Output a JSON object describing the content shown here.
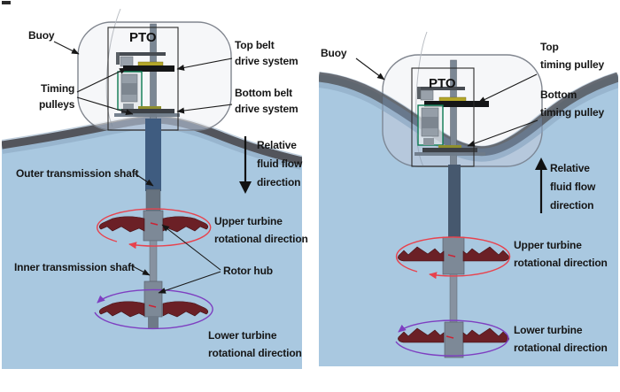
{
  "figure_type": "wave-energy-converter-diagram",
  "left_panel": {
    "labels": {
      "buoy": "Buoy",
      "pto": "PTO",
      "top_belt_drive": [
        "Top belt",
        "drive system"
      ],
      "timing_pulleys": [
        "Timing",
        "pulleys"
      ],
      "bottom_belt_drive": [
        "Bottom belt",
        "drive system"
      ],
      "relative_flow": [
        "Relative",
        "fluid flow",
        "direction"
      ],
      "outer_shaft": "Outer transmission shaft",
      "upper_rotation": [
        "Upper turbine",
        "rotational direction"
      ],
      "inner_shaft": "Inner transmission shaft",
      "rotor_hub": "Rotor hub",
      "lower_rotation": [
        "Lower turbine",
        "rotational direction"
      ]
    },
    "flow_direction": "down"
  },
  "right_panel": {
    "labels": {
      "buoy": "Buoy",
      "pto": "PTO",
      "top_pulley": [
        "Top",
        "timing pulley"
      ],
      "bottom_pulley": [
        "Bottom",
        "timing pulley"
      ],
      "relative_flow": [
        "Relative",
        "fluid flow",
        "direction"
      ],
      "upper_rotation": [
        "Upper turbine",
        "rotational direction"
      ],
      "lower_rotation": [
        "Lower turbine",
        "rotational direction"
      ]
    },
    "flow_direction": "up"
  },
  "colors": {
    "water": "#a9c8e0",
    "wave_band": "#53555c",
    "buoy": "#f2f4f6",
    "turbine_blade": "#6b2026",
    "upper_rotation_arrow": "#e8424d",
    "lower_rotation_arrow": "#7e3fc1",
    "shaft": "#7d8997",
    "submerged_shaft": "#3f5c80",
    "generator_frame": "#0c7a52",
    "timing_pulley": "#b3a62a",
    "label_text": "#161616"
  }
}
